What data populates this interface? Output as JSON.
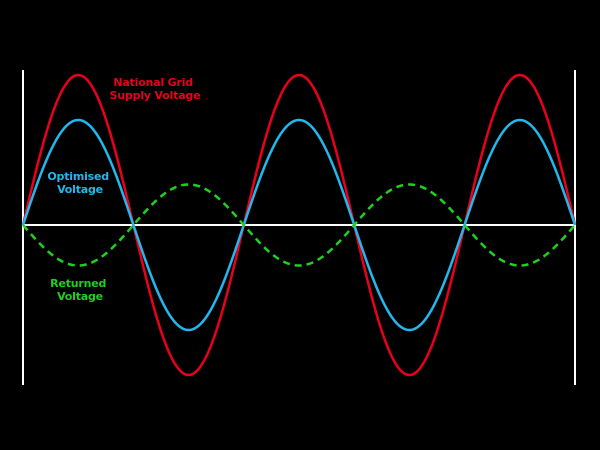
{
  "chart_data": {
    "type": "line",
    "x_unit": "cycles",
    "xlim": [
      0,
      2.5
    ],
    "ylim": [
      -1.0,
      1.0
    ],
    "grid": false,
    "legend": "inline-labels",
    "series": [
      {
        "name": "National Grid Supply Voltage",
        "label_lines": [
          "National Grid",
          "Supply Voltage"
        ],
        "amplitude": 1.0,
        "phase_cycles": 0,
        "color": "#e8001c",
        "style": "solid"
      },
      {
        "name": "Optimised Voltage",
        "label_lines": [
          "Optimised",
          "Voltage"
        ],
        "amplitude": 0.7,
        "phase_cycles": 0,
        "color": "#22b8ee",
        "style": "solid"
      },
      {
        "name": "Returned Voltage",
        "label_lines": [
          "Returned",
          "Voltage"
        ],
        "amplitude": 0.27,
        "phase_cycles": 0.5,
        "color": "#1fd11f",
        "style": "dashed"
      }
    ],
    "axis_color": "#ffffff"
  }
}
